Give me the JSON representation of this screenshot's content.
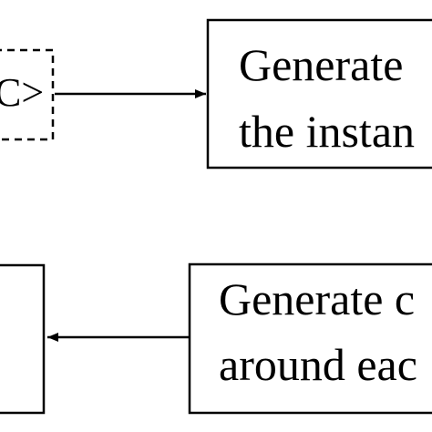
{
  "nodes": {
    "top_left": {
      "text": "C>",
      "border": "dashed"
    },
    "top_right": {
      "lines": [
        "Generate",
        "the instan"
      ]
    },
    "bottom_left": {
      "lines": []
    },
    "bottom_right": {
      "lines": [
        "Generate c",
        "around eac"
      ]
    }
  },
  "edges": [
    {
      "from": "top_left",
      "to": "top_right",
      "direction": "right"
    },
    {
      "from": "bottom_right",
      "to": "bottom_left",
      "direction": "left"
    }
  ],
  "colors": {
    "stroke": "#000000",
    "background": "#ffffff"
  }
}
